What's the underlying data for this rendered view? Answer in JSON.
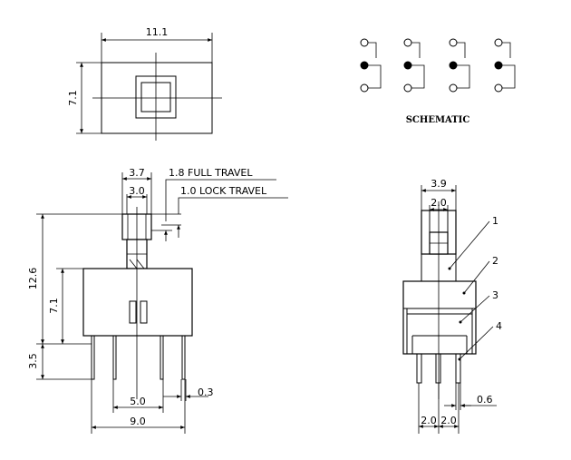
{
  "top_view": {
    "width_dim": "11.1",
    "height_dim": "7.1"
  },
  "schematic": {
    "label": "SCHEMATIC"
  },
  "front_view": {
    "dim_button_width": "3.7",
    "dim_stem_width": "3.0",
    "full_travel": "1.8 FULL TRAVEL",
    "lock_travel": "1.0 LOCK TRAVEL",
    "dim_total_height": "12.6",
    "dim_body_height": "7.1",
    "dim_pin_length": "3.5",
    "dim_pin_thickness": "0.3",
    "dim_pin_pitch": "5.0",
    "dim_pin_span": "9.0"
  },
  "side_view": {
    "dim_button_width": "3.9",
    "dim_stem_width": "2.0",
    "callout_1": "1",
    "callout_2": "2",
    "callout_3": "3",
    "callout_4": "4",
    "dim_pin_width": "0.6",
    "dim_pitch_left": "2.0",
    "dim_pitch_right": "2.0"
  }
}
